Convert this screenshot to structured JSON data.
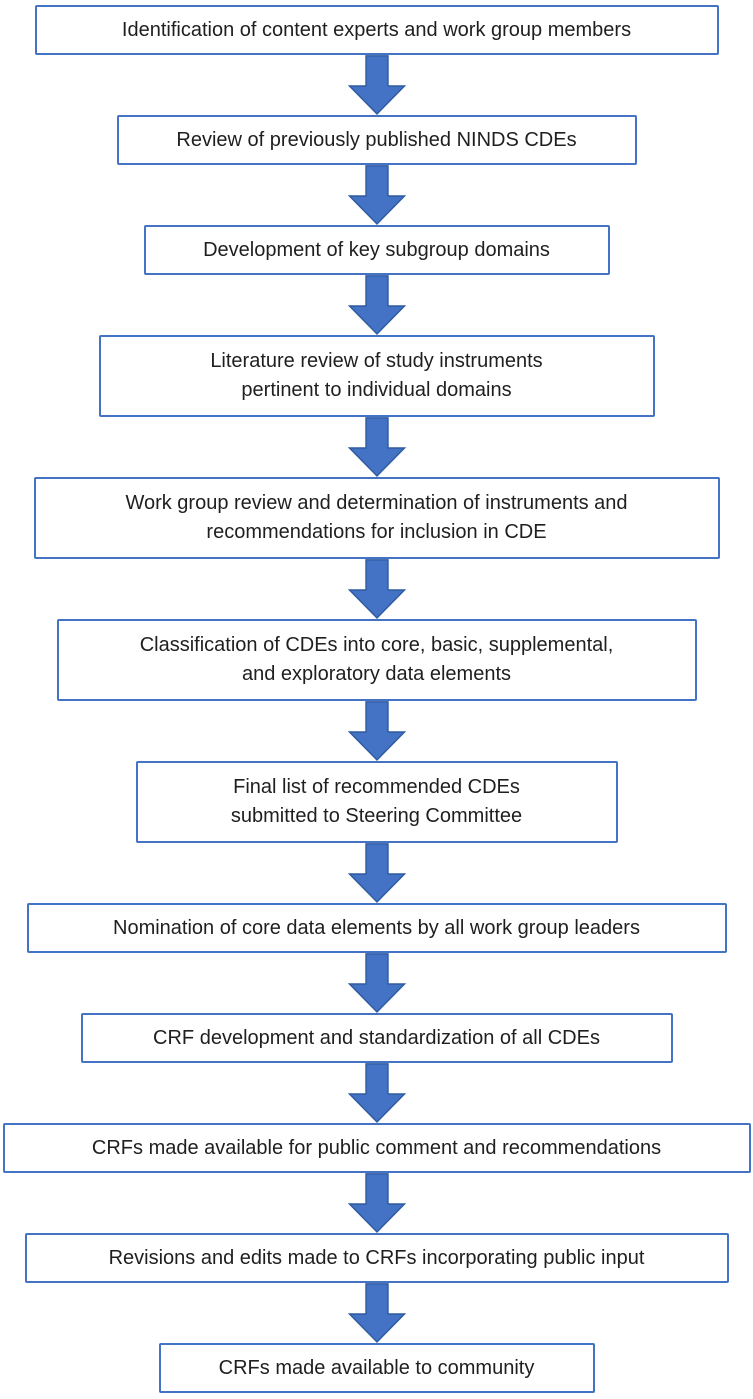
{
  "diagram": {
    "type": "flowchart",
    "direction": "top-down",
    "colors": {
      "arrow_fill": "#4472C4",
      "arrow_stroke": "#2E5B9F",
      "box_border": "#4472C4",
      "text": "#1F1F1F",
      "background": "#FFFFFF"
    },
    "steps": [
      {
        "label": "Identification of content experts and work group members"
      },
      {
        "label": "Review of previously published NINDS CDEs"
      },
      {
        "label": "Development of key subgroup domains"
      },
      {
        "label": "Literature review of study instruments\npertinent to individual domains"
      },
      {
        "label": "Work group review and determination of instruments and\nrecommendations for inclusion in CDE"
      },
      {
        "label": "Classification of CDEs into core, basic, supplemental,\nand exploratory data elements"
      },
      {
        "label": "Final list of recommended CDEs\nsubmitted to Steering Committee"
      },
      {
        "label": "Nomination of core data elements by all work group leaders"
      },
      {
        "label": "CRF development and standardization of all CDEs"
      },
      {
        "label": "CRFs made available for public comment and recommendations"
      },
      {
        "label": "Revisions and edits made to CRFs incorporating public input"
      },
      {
        "label": "CRFs made available to community"
      }
    ]
  }
}
